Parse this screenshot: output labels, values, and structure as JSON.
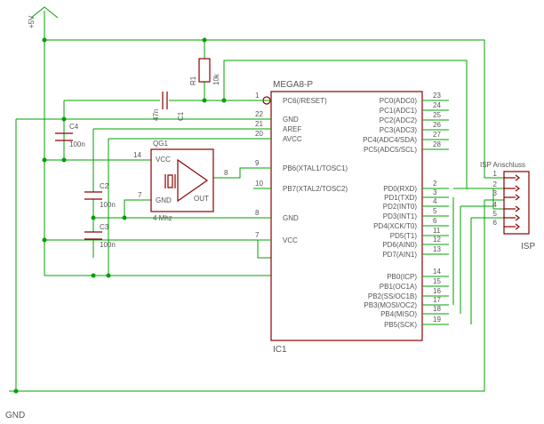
{
  "supply": {
    "vcc_label": "+5V",
    "gnd_label": "GND"
  },
  "ic1": {
    "type": "MEGA8-P",
    "ref": "IC1",
    "left_pins": [
      {
        "num": "1",
        "name": "PC6(/RESET)"
      },
      {
        "num": "22",
        "name": "GND"
      },
      {
        "num": "21",
        "name": "AREF"
      },
      {
        "num": "20",
        "name": "AVCC"
      },
      {
        "num": "9",
        "name": "PB6(XTAL1/TOSC1)"
      },
      {
        "num": "10",
        "name": "PB7(XTAL2/TOSC2)"
      },
      {
        "num": "8",
        "name": "GND"
      },
      {
        "num": "7",
        "name": "VCC"
      }
    ],
    "right_pins": [
      {
        "num": "23",
        "name": "PC0(ADC0)"
      },
      {
        "num": "24",
        "name": "PC1(ADC1)"
      },
      {
        "num": "25",
        "name": "PC2(ADC2)"
      },
      {
        "num": "26",
        "name": "PC3(ADC3)"
      },
      {
        "num": "27",
        "name": "PC4(ADC4/SDA)"
      },
      {
        "num": "28",
        "name": "PC5(ADC5/SCL)"
      },
      {
        "num": "2",
        "name": "PD0(RXD)"
      },
      {
        "num": "3",
        "name": "PD1(TXD)"
      },
      {
        "num": "4",
        "name": "PD2(INT0)"
      },
      {
        "num": "5",
        "name": "PD3(INT1)"
      },
      {
        "num": "6",
        "name": "PD4(XCK/T0)"
      },
      {
        "num": "11",
        "name": "PD5(T1)"
      },
      {
        "num": "12",
        "name": "PD6(AIN0)"
      },
      {
        "num": "13",
        "name": "PD7(AIN1)"
      },
      {
        "num": "14",
        "name": "PB0(ICP)"
      },
      {
        "num": "15",
        "name": "PB1(OC1A)"
      },
      {
        "num": "16",
        "name": "PB2(SS/OC1B)"
      },
      {
        "num": "17",
        "name": "PB3(MOSI/OC2)"
      },
      {
        "num": "18",
        "name": "PB4(MISO)"
      },
      {
        "num": "19",
        "name": "PB5(SCK)"
      }
    ]
  },
  "qg1": {
    "ref": "QG1",
    "value": "4 Mhz",
    "vcc_label": "VCC",
    "gnd_label": "GND",
    "out_label": "OUT",
    "pin_vcc": "14",
    "pin_gnd": "7",
    "pin_out": "8"
  },
  "r1": {
    "ref": "R1",
    "value": "10k"
  },
  "c1": {
    "ref": "C1",
    "value": "47n"
  },
  "c2": {
    "ref": "C2",
    "value": "100n"
  },
  "c3": {
    "ref": "C3",
    "value": "100n"
  },
  "c4": {
    "ref": "C4",
    "value": "100n"
  },
  "isp": {
    "title": "ISP Anschluss",
    "ref": "ISP",
    "pins": [
      "1",
      "2",
      "3",
      "4",
      "5",
      "6"
    ]
  }
}
